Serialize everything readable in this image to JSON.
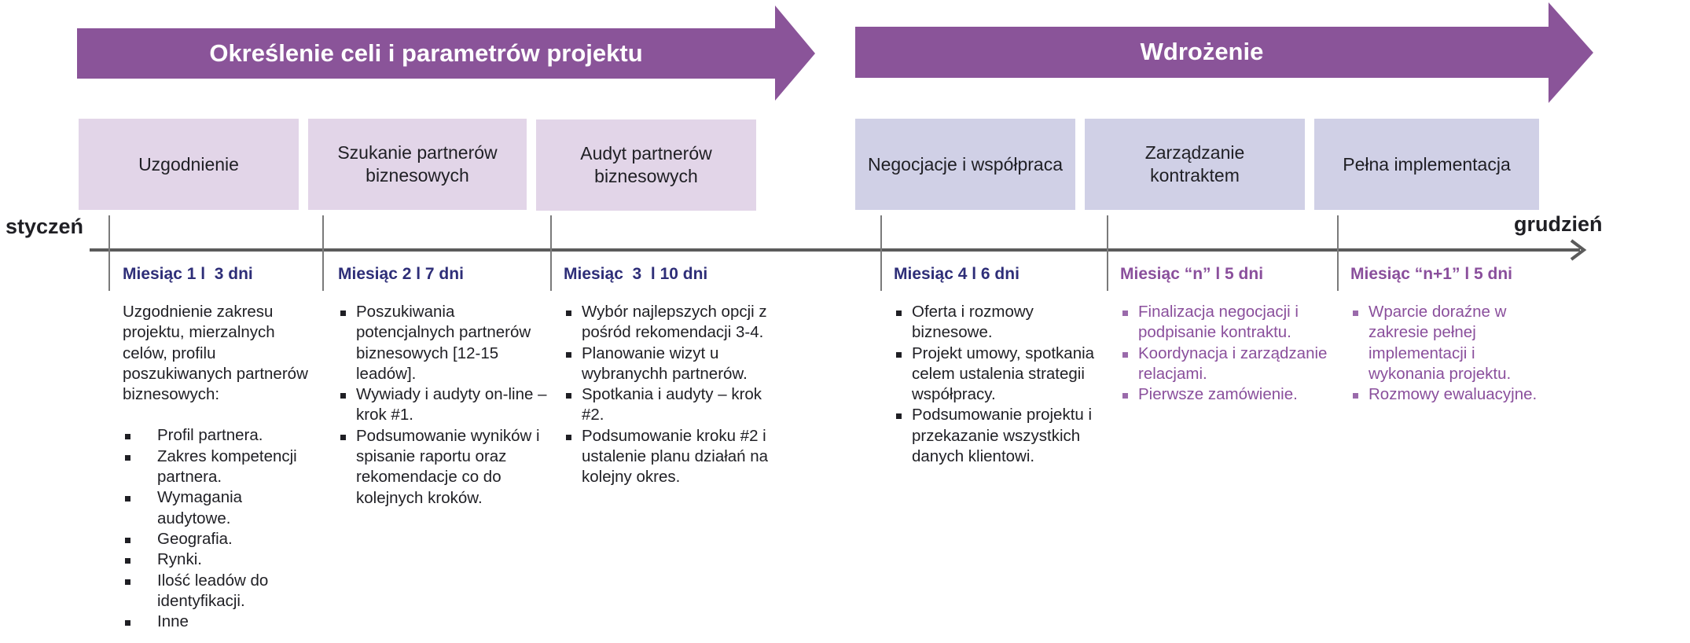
{
  "colors": {
    "phase_arrow": "#8a5499",
    "stage_box_phase1": "#e2d5e8",
    "stage_box_phase2": "#d0d0e6",
    "heading_navy": "#2e2e78",
    "heading_purple": "#8a4f9c",
    "axis": "#5b5b5b"
  },
  "phases": [
    {
      "title": "Określenie celi i parametrów projektu"
    },
    {
      "title": "Wdrożenie"
    }
  ],
  "stages": [
    {
      "label": "Uzgodnienie"
    },
    {
      "label": "Szukanie partnerów biznesowych"
    },
    {
      "label": "Audyt partnerów biznesowych"
    },
    {
      "label": "Negocjacje i współpraca"
    },
    {
      "label": "Zarządzanie kontraktem"
    },
    {
      "label": "Pełna implementacja"
    }
  ],
  "timeline": {
    "start_label": "styczeń",
    "end_label": "grudzień"
  },
  "columns": [
    {
      "heading": "Miesiąc 1 l  3 dni",
      "intro": "Uzgodnienie zakresu projektu, mierzalnych celów, profilu poszukiwanych partnerów biznesowych:",
      "items": [
        "Profil partnera.",
        "Zakres kompetencji partnera.",
        "Wymagania audytowe.",
        "Geografia.",
        "Rynki.",
        "Ilość leadów do identyfikacji.",
        "Inne"
      ]
    },
    {
      "heading": "Miesiąc 2 l 7 dni",
      "items": [
        "Poszukiwania potencjalnych partnerów biznesowych [12-15 leadów].",
        "Wywiady i audyty on-line – krok #1.",
        "Podsumowanie wyników i spisanie raportu oraz rekomendacje co do kolejnych kroków."
      ]
    },
    {
      "heading": "Miesiąc  3  l 10 dni",
      "items": [
        "Wybór najlepszych opcji z pośród rekomendacji 3-4.",
        "Planowanie wizyt u wybranychh partnerów.",
        "Spotkania i audyty – krok #2.",
        "Podsumowanie kroku #2 i ustalenie planu działań na kolejny okres."
      ]
    },
    {
      "heading": "Miesiąc 4 l 6 dni",
      "items": [
        "Oferta i rozmowy biznesowe.",
        "Projekt umowy, spotkania celem ustalenia strategii współpracy.",
        "Podsumowanie projektu i przekazanie wszystkich danych klientowi."
      ]
    },
    {
      "heading": "Miesiąc “n” l 5 dni",
      "items": [
        "Finalizacja negocjacji i podpisanie kontraktu.",
        "Koordynacja i zarządzanie relacjami.",
        "Pierwsze zamówienie."
      ]
    },
    {
      "heading": "Miesiąc “n+1” l 5 dni",
      "items": [
        "Wparcie doraźne w zakresie pełnej implementacji i wykonania projektu.",
        "Rozmowy ewaluacyjne."
      ]
    }
  ]
}
